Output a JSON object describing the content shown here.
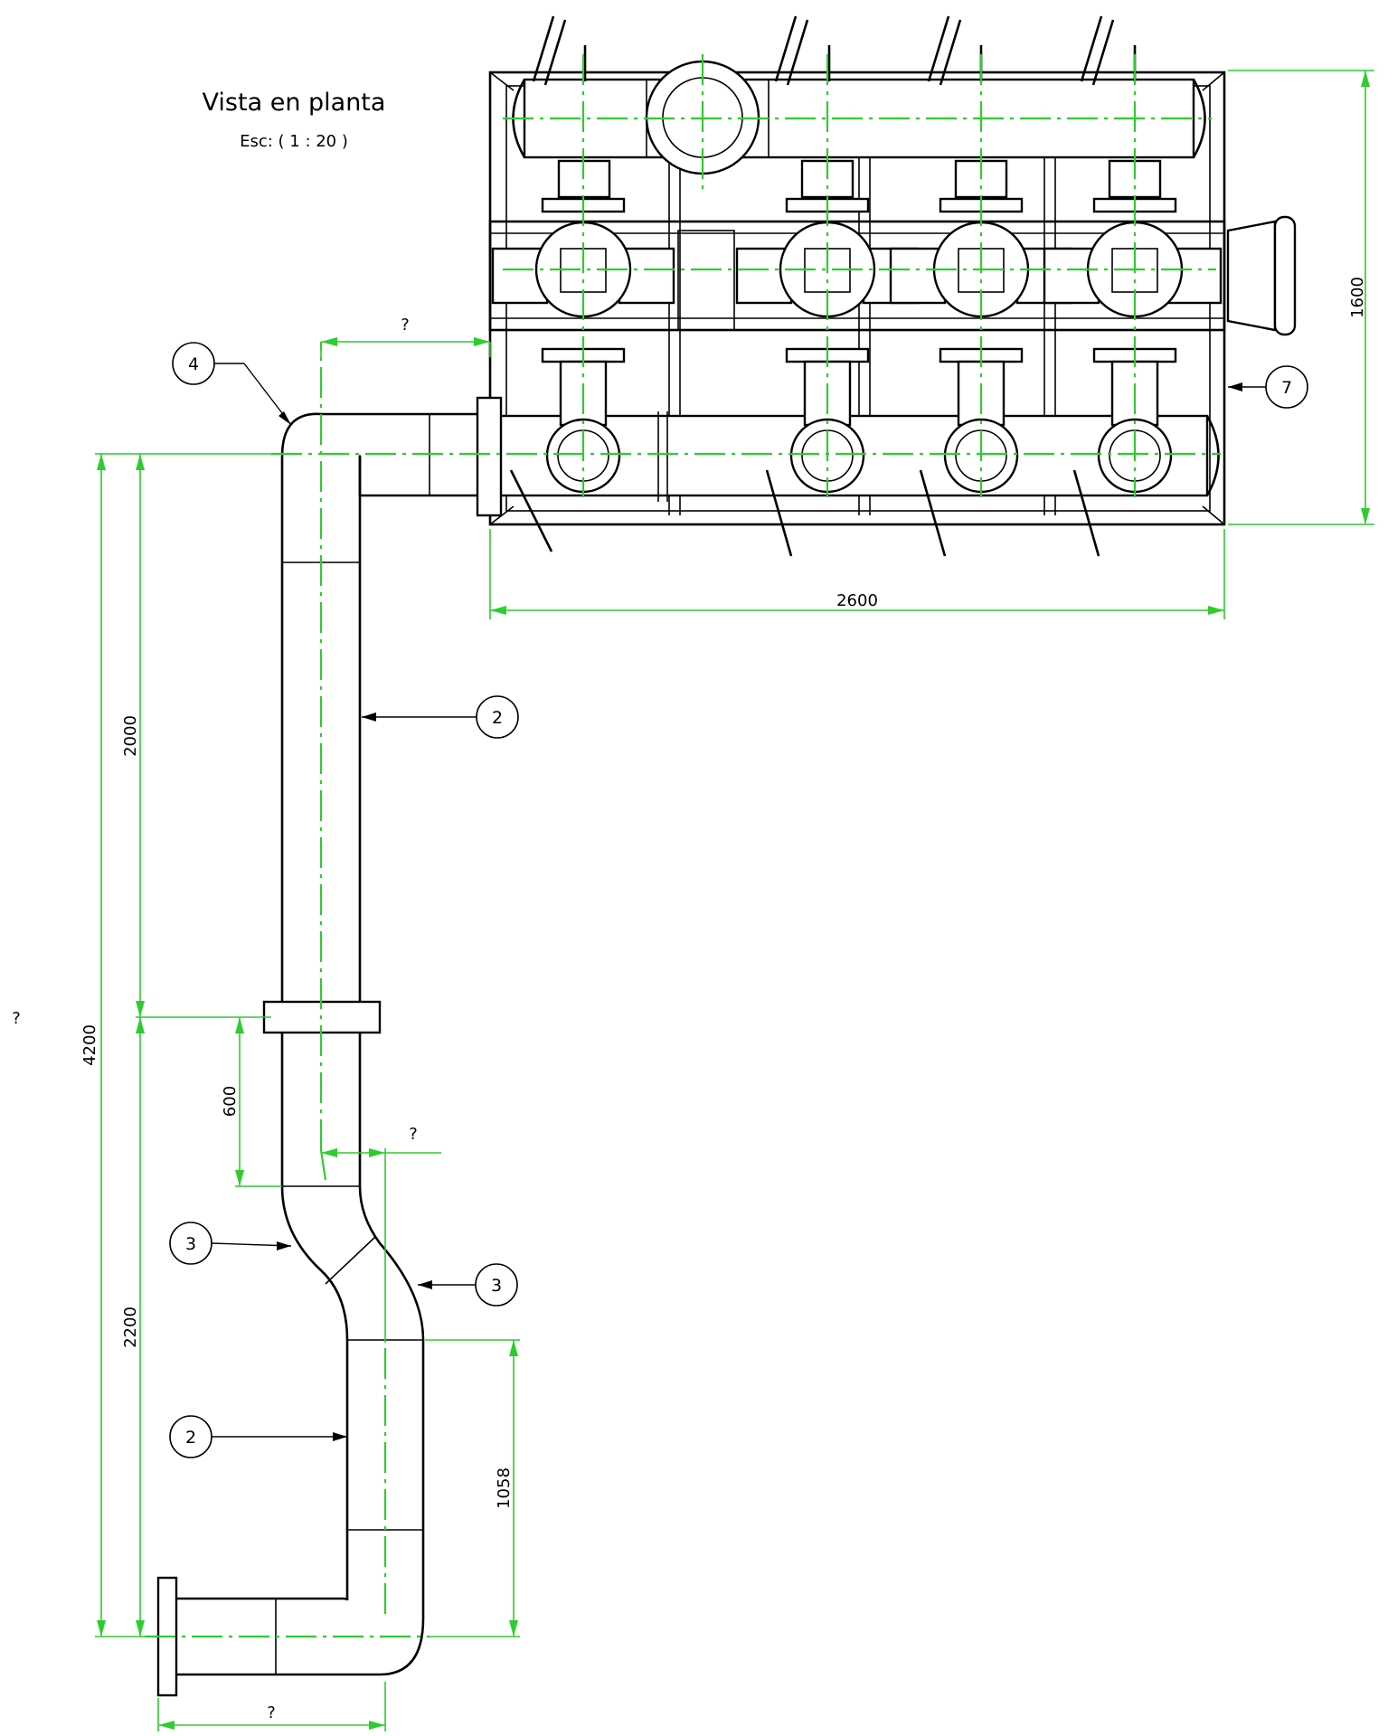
{
  "title": "Vista en planta",
  "scale_label": "Esc: ( 1 : 20 )",
  "dimensions": {
    "overall_width": "2600",
    "overall_height": "1600",
    "total_length": "4200",
    "upper_run": "2000",
    "lower_run": "2200",
    "flange_offset": "600",
    "bottom_run": "1058",
    "unknown_top": "?",
    "unknown_offset": "?",
    "unknown_bottom": "?",
    "unknown_left": "?"
  },
  "balloons": {
    "elbow_top": "4",
    "pipe_upper": "2",
    "bend_left": "3",
    "bend_right": "3",
    "pipe_lower": "2",
    "frame": "7"
  },
  "colors": {
    "object_lines": "#000000",
    "center_and_dimension_lines": "#2ecc2e",
    "background": "#ffffff"
  }
}
